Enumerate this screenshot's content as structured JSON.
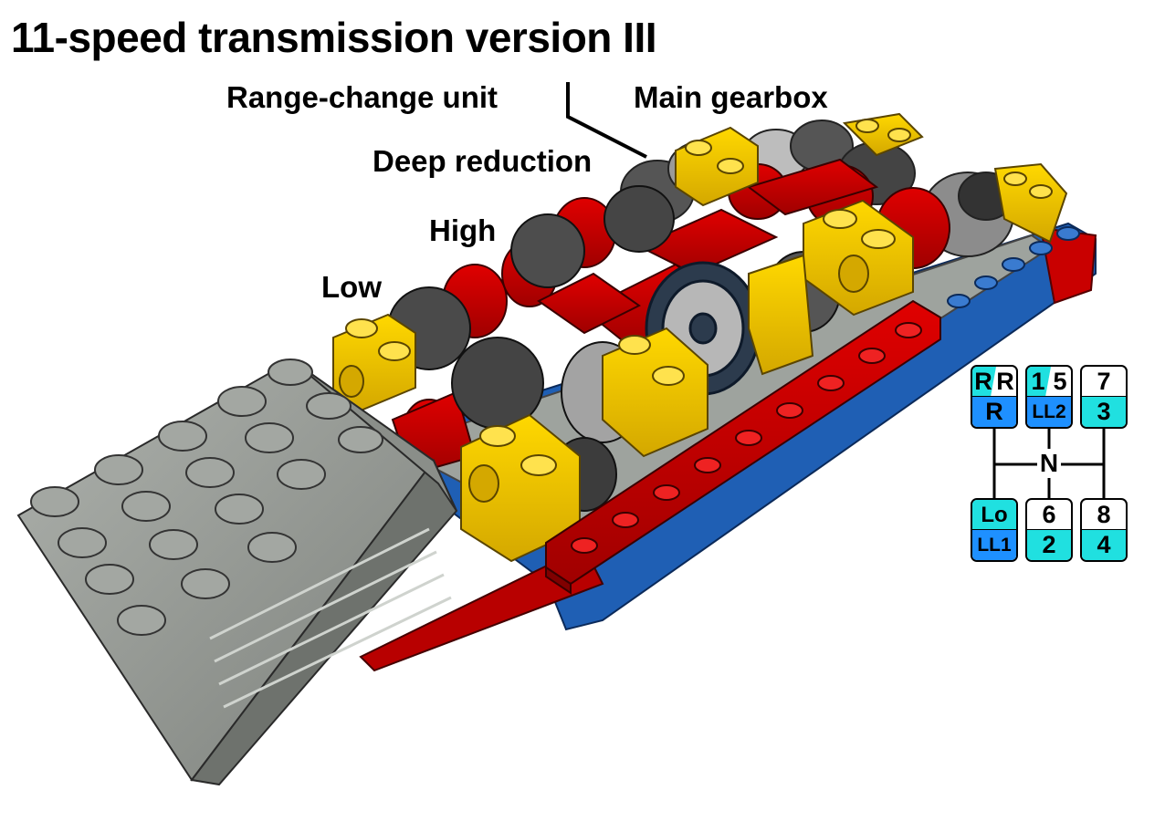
{
  "title": "11-speed transmission version III",
  "labels": {
    "range_change": "Range-change unit",
    "main_gearbox": "Main gearbox",
    "deep_reduction": "Deep reduction",
    "high": "High",
    "low": "Low"
  },
  "shift_pattern": {
    "neutral": "N",
    "knobs": [
      {
        "id": "rr",
        "top_left": "R",
        "top_right": "R",
        "bottom": "R"
      },
      {
        "id": "15",
        "top_left": "1",
        "top_right": "5",
        "bottom": "LL2"
      },
      {
        "id": "73",
        "top": "7",
        "bottom": "3"
      },
      {
        "id": "lo",
        "top": "Lo",
        "bottom": "LL1"
      },
      {
        "id": "62",
        "top": "6",
        "bottom": "2"
      },
      {
        "id": "84",
        "top": "8",
        "bottom": "4"
      }
    ]
  },
  "colors": {
    "brick_red": "#cc0000",
    "brick_yellow": "#f2cd00",
    "plate_blue": "#1f5fb4",
    "plate_gray": "#9ea39e",
    "gear_dark": "#3f3f3f",
    "gear_light": "#a7a7a7",
    "knob_cyan": "#20e0e0",
    "knob_blue": "#1e90ff"
  }
}
